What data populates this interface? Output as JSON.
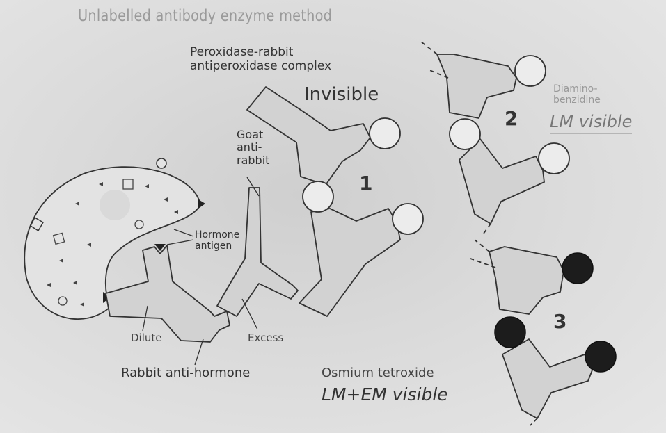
{
  "title": "Unlabelled antibody enzyme method",
  "labels": {
    "pap_complex": "Peroxidase-rabbit\nantiperoxidase complex",
    "invisible": "Invisible",
    "goat_anti_rabbit": "Goat\nanti-\nrabbit",
    "hormone_antigen": "Hormone\nantigen",
    "dilute": "Dilute",
    "excess": "Excess",
    "rabbit_anti_hormone": "Rabbit anti-hormone",
    "diaminobenzidine": "Diamino-\nbenzidine",
    "lm_visible": "LM visible",
    "osmium_tetroxide": "Osmium tetroxide",
    "lm_em_visible": "LM+EM visible"
  },
  "steps": [
    "1",
    "2",
    "3"
  ],
  "colors": {
    "antibody_fill": "#d2d2d2",
    "outline": "#333333",
    "peroxidase_fill": "#ececec",
    "osmium_fill": "#1c1c1c",
    "cell_fill": "#e3e3e3"
  }
}
